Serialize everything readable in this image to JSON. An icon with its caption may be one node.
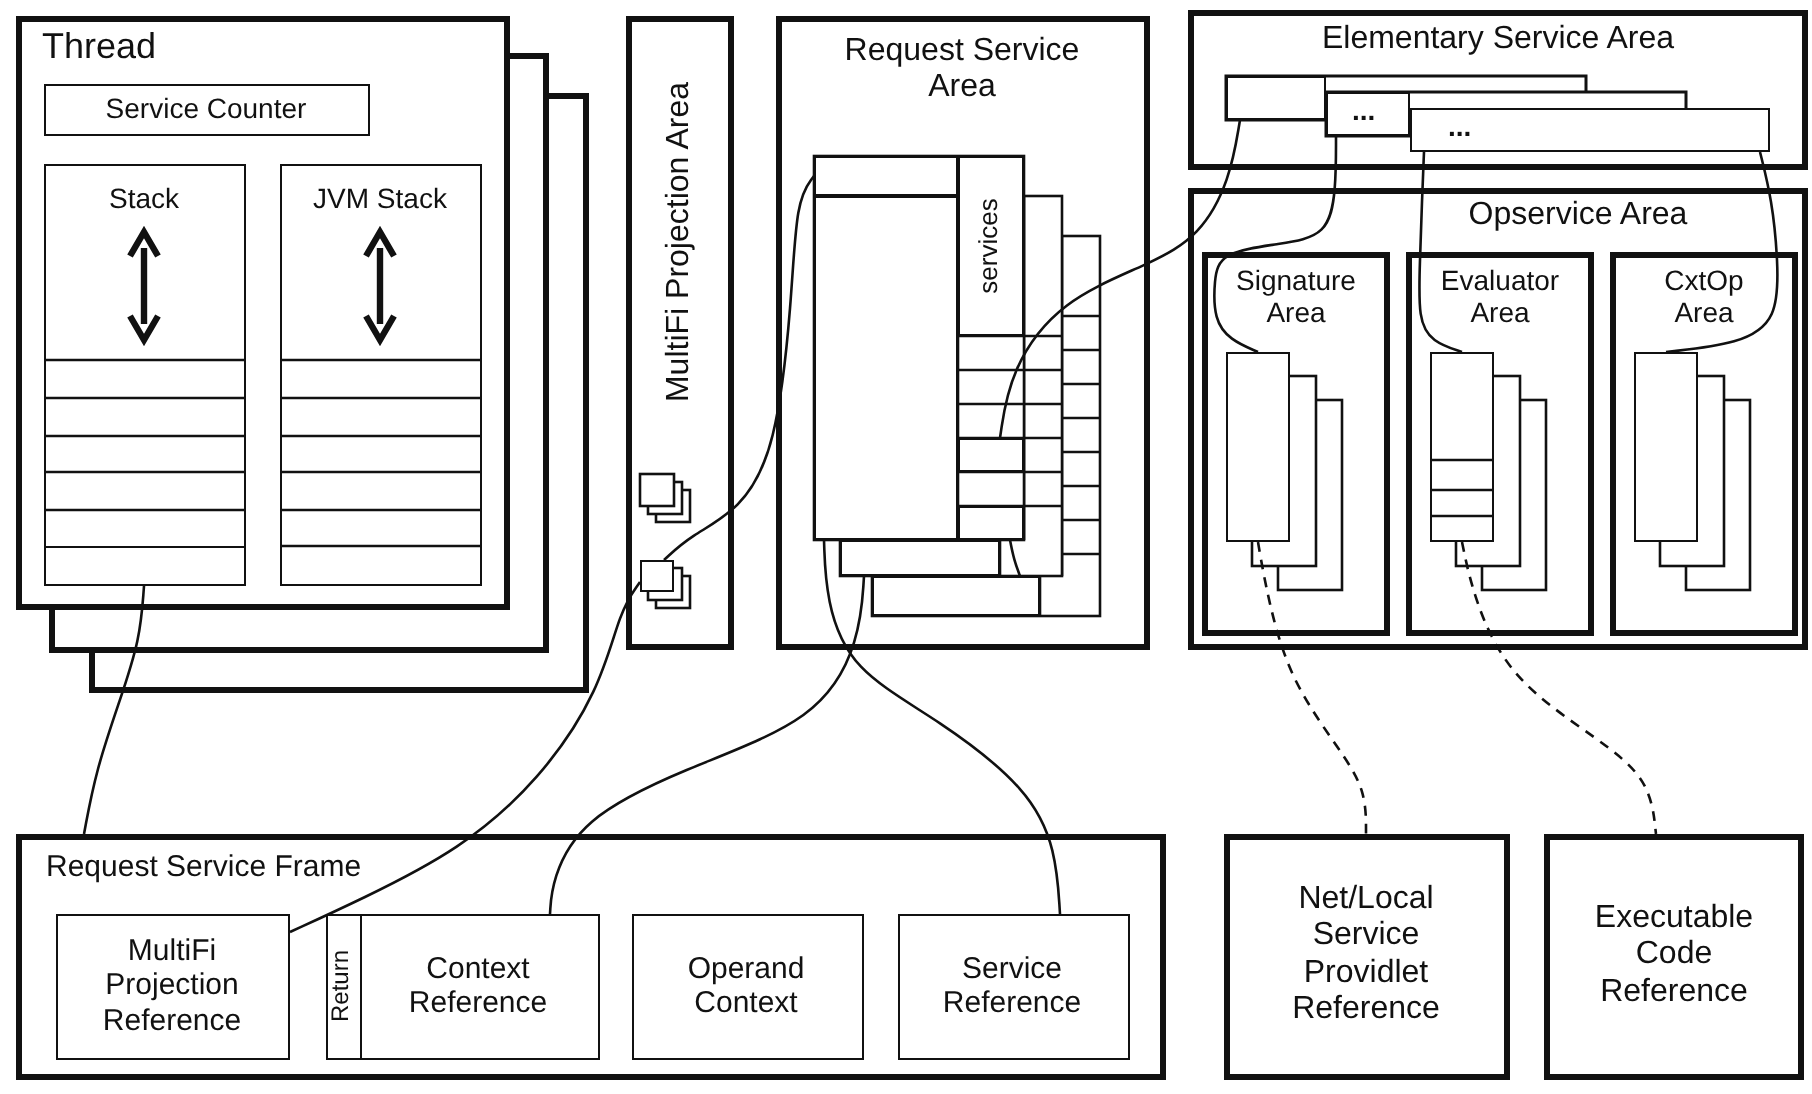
{
  "diagram": {
    "nodes": [
      {
        "text": [
          "Thread"
        ]
      },
      {
        "text": [
          "Service Counter"
        ],
        "in": 0
      },
      {
        "text": [
          "Stack"
        ],
        "in": 0
      },
      {
        "text": [],
        "shape": "box",
        "in": 2
      },
      {
        "text": [
          "JVM Stack"
        ],
        "in": 0
      },
      {
        "text": [
          "MultiFi Projection Area"
        ]
      },
      {
        "text": [],
        "shape": "box",
        "in": 5
      },
      {
        "text": [
          "Request Service Area"
        ]
      },
      {
        "text": [
          "services"
        ],
        "in": 7
      },
      {
        "text": [],
        "shape": "box",
        "in": 7
      },
      {
        "text": [],
        "shape": "box",
        "in": 7
      },
      {
        "text": [],
        "shape": "box",
        "in": 7
      },
      {
        "text": [],
        "shape": "box",
        "in": 7
      },
      {
        "text": [],
        "shape": "box",
        "in": 7
      },
      {
        "text": [],
        "shape": "box",
        "in": 7
      },
      {
        "text": [
          "Elementary Service Area"
        ]
      },
      {
        "text": [],
        "shape": "box",
        "in": 15
      },
      {
        "text": [
          "..."
        ],
        "in": 15
      },
      {
        "text": [
          "..."
        ],
        "in": 15
      },
      {
        "text": [
          "Opservice Area"
        ]
      },
      {
        "text": [
          "Signature Area"
        ],
        "in": 19
      },
      {
        "text": [],
        "shape": "box",
        "in": 20
      },
      {
        "text": [
          "Evaluator Area"
        ],
        "in": 19
      },
      {
        "text": [],
        "shape": "box",
        "in": 22
      },
      {
        "text": [
          "CxtOp Area"
        ],
        "in": 19
      },
      {
        "text": [],
        "shape": "box",
        "in": 24
      },
      {
        "text": [
          "Request Service Frame"
        ]
      },
      {
        "text": [
          "MultiFi Projection Reference"
        ],
        "in": 26
      },
      {
        "text": [
          "Return",
          "Context Reference"
        ],
        "in": 26
      },
      {
        "text": [
          "Operand Context"
        ],
        "in": 26
      },
      {
        "text": [
          "Service Reference"
        ],
        "in": 26
      },
      {
        "text": [
          "Net/Local Service Providlet Reference"
        ]
      },
      {
        "text": [
          "Executable Code Reference"
        ]
      }
    ],
    "edges": [
      {
        "from": 3,
        "to": 26,
        "arrow": "none"
      },
      {
        "from": 6,
        "to": 27,
        "arrow": "none"
      },
      {
        "from": 6,
        "to": 9,
        "arrow": "none"
      },
      {
        "from": 10,
        "to": 28,
        "arrow": "none"
      },
      {
        "from": 11,
        "to": 30,
        "arrow": "none"
      },
      {
        "from": 12,
        "to": 16,
        "arrow": "none"
      },
      {
        "from": 13,
        "to": 14,
        "arrow": "none"
      },
      {
        "from": 17,
        "to": 21,
        "arrow": "none"
      },
      {
        "from": 18,
        "to": 23,
        "arrow": "none"
      },
      {
        "from": 18,
        "to": 25,
        "arrow": "none"
      },
      {
        "from": 21,
        "to": 31,
        "arrow": "none",
        "style": "dashed"
      },
      {
        "from": 23,
        "to": 32,
        "arrow": "none",
        "style": "dashed"
      }
    ]
  }
}
